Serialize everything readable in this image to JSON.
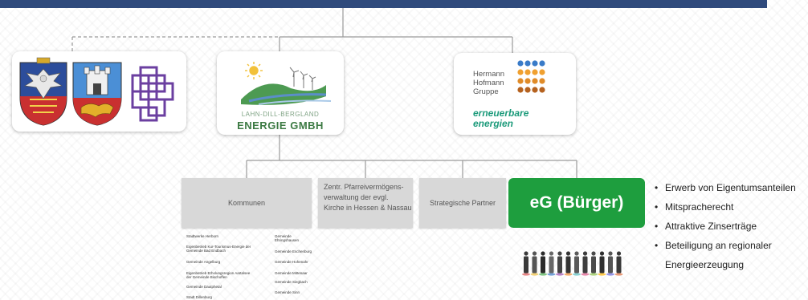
{
  "ldb": {
    "sub": "LAHN-DILL-BERGLAND",
    "main": "ENERGIE GMBH"
  },
  "hh": {
    "lines": [
      "Hermann",
      "Hofmann",
      "Gruppe"
    ],
    "green": [
      "erneuerbare",
      "energien"
    ]
  },
  "boxes": {
    "kommunen": "Kommunen",
    "pfarr": [
      "Zentr. Pfarreivermögens-",
      "verwaltung der evgl.",
      "Kirche in Hessen & Nassau"
    ],
    "strategic": "Strategische Partner",
    "eg": "eG (Bürger)"
  },
  "members_left": [
    "Stadtwerke Herborn",
    "Eigenbetrieb Kur-Tourismus-Energie  der",
    "Gemeinde Bad Endbach",
    "Gemeinde Angelburg",
    "Eigenbetrieb Erholungsregion  Aartalsee",
    "der Gemeinde Bischoffen",
    "Gemeinde Dautphetal",
    "Stadt Dillenburg"
  ],
  "members_right": [
    "Gemeinde",
    "Ehringshausen",
    "Gemeinde Eschenburg",
    "Gemeinde Hohenahr",
    "Gemeinde Mittenaar",
    "Gemeinde Siegbach",
    "Gemeinde Sinn"
  ],
  "benefits": [
    "Erwerb von Eigentumsanteilen",
    "Mitspracherecht",
    "Attraktive Zinserträge",
    "Beteiligung an regionaler",
    "Energieerzeugung"
  ],
  "colors": {
    "top_bar": "#2f4a7c",
    "eg_green": "#1e9e3e",
    "ldb_green": "#3c7a43",
    "hh_teal": "#1b9a7a",
    "dot_blue": "#3a7bc8",
    "dot_orange": "#f0a030",
    "dot_brown": "#b5621f",
    "cross_purple": "#6b3fa0"
  },
  "icons": [
    "coat-of-arms-eagle-icon",
    "coat-of-arms-castle-lion-icon",
    "purple-cross-emblem-icon",
    "sun-windmill-logo-icon",
    "people-crowd-icon"
  ]
}
